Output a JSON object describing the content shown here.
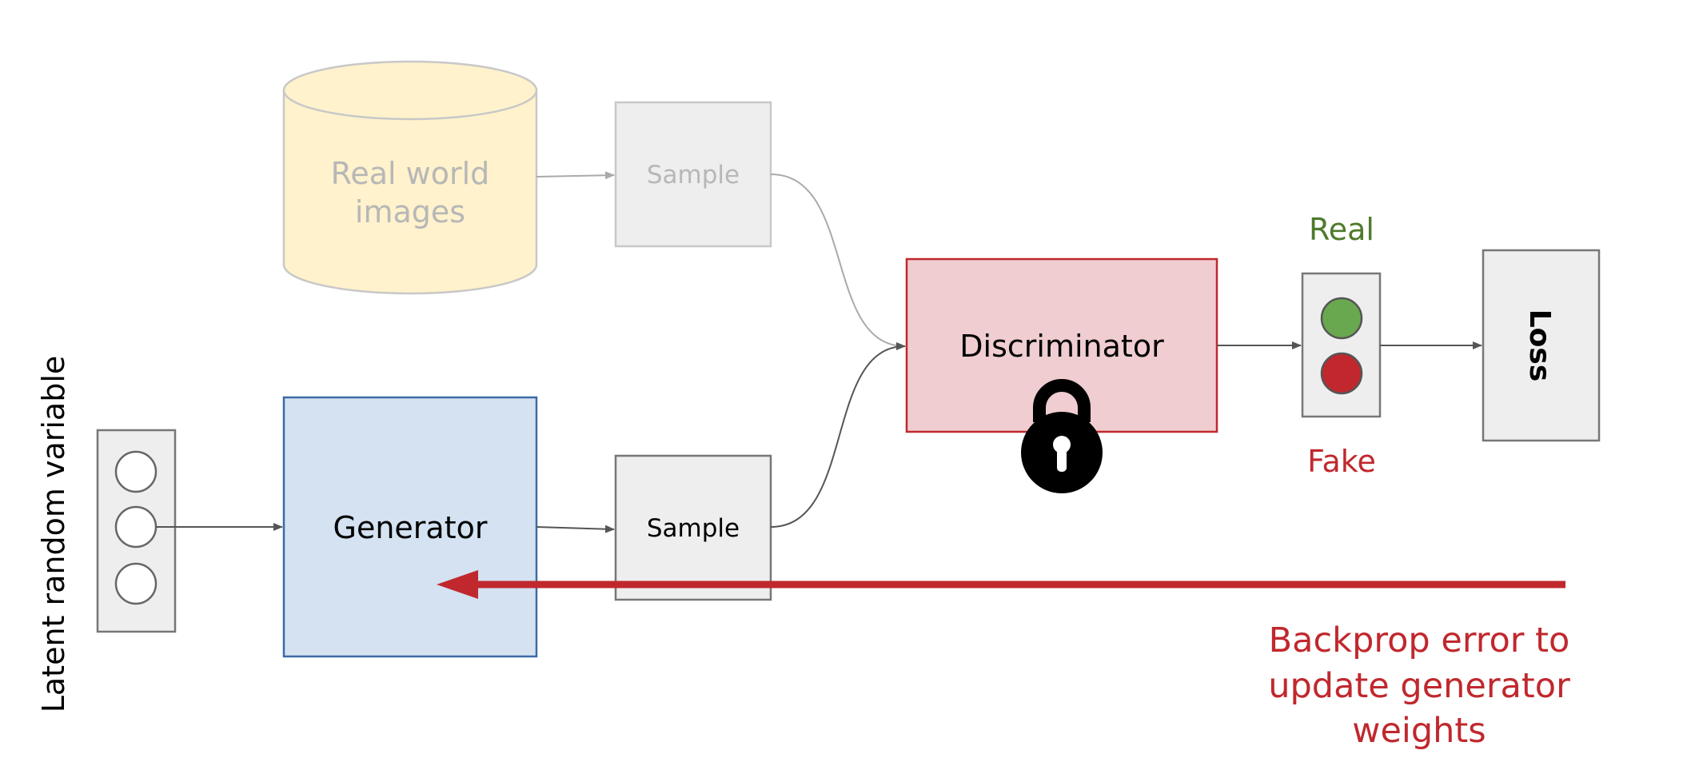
{
  "diagram": {
    "real_world_images": {
      "line1": "Real world",
      "line2": "images"
    },
    "sample_top": "Sample",
    "sample_bottom": "Sample",
    "generator": "Generator",
    "discriminator": "Discriminator",
    "latent_label": "Latent random variable",
    "real_label": "Real",
    "fake_label": "Fake",
    "loss": "Loss",
    "backprop": {
      "line1": "Backprop error to",
      "line2": "update generator",
      "line3": "weights"
    },
    "icons": {
      "lock": "lock-icon",
      "real_light": "green-light-icon",
      "fake_light": "red-light-icon"
    },
    "colors": {
      "database_fill": "#fff2cc",
      "database_stroke": "#c8c8c8",
      "faded_text": "#b7b7b7",
      "sample_fill": "#eeeeee",
      "generator_fill": "#d4e2f2",
      "generator_stroke": "#3d6aa6",
      "discriminator_fill": "#efcdd0",
      "discriminator_stroke": "#c0282d",
      "real_green": "#4f7a2c",
      "green_light": "#6aa84f",
      "fake_red": "#c0282d",
      "red_light": "#c0282d",
      "backprop_red": "#c0282d",
      "loss_fill": "#eeeeee"
    }
  }
}
